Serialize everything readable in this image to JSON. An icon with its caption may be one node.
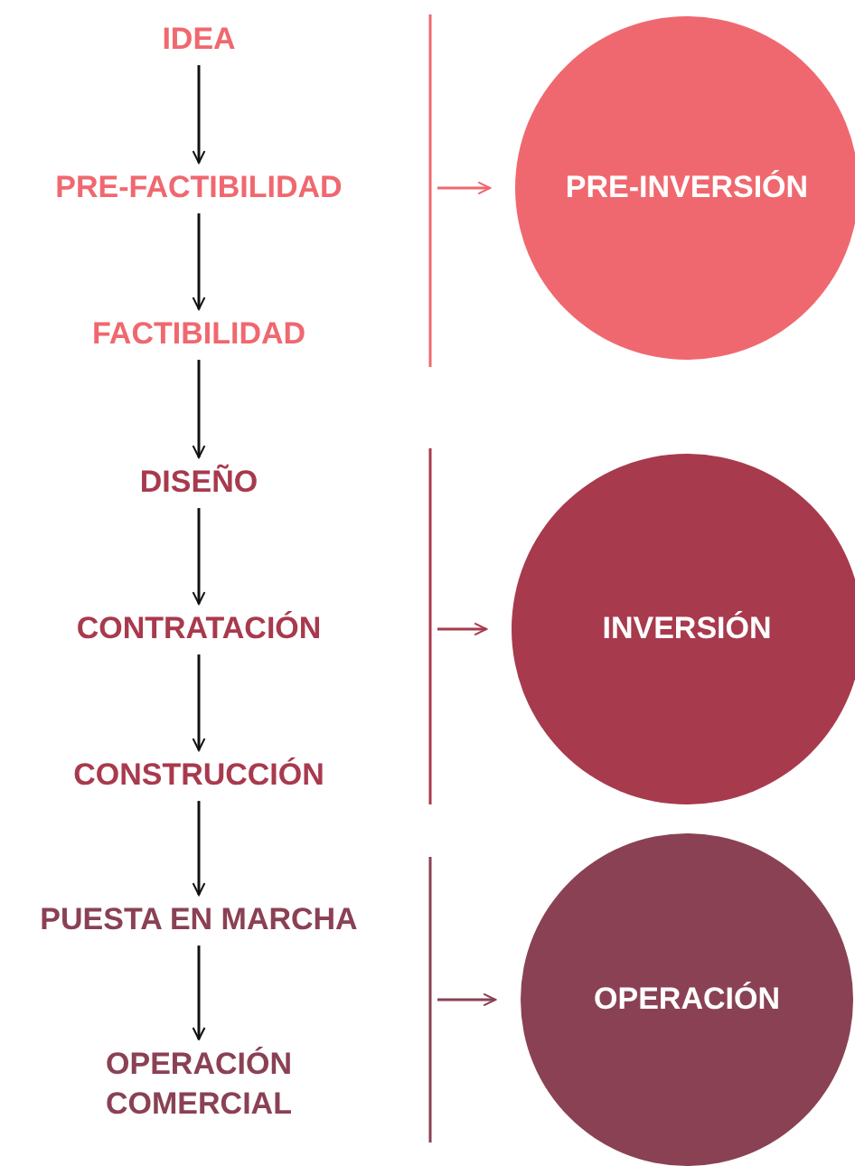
{
  "diagram": {
    "nodes": [
      {
        "text": [
          "IDEA"
        ]
      },
      {
        "text": [
          "PRE-FACTIBILIDAD"
        ]
      },
      {
        "text": [
          "FACTIBILIDAD"
        ]
      },
      {
        "text": [
          "DISEÑO"
        ]
      },
      {
        "text": [
          "CONTRATACIÓN"
        ]
      },
      {
        "text": [
          "CONSTRUCCIÓN"
        ]
      },
      {
        "text": [
          "PUESTA EN MARCHA"
        ]
      },
      {
        "text": [
          "OPERACIÓN COMERCIAL"
        ]
      },
      {
        "text": [
          "PRE-INVERSIÓN"
        ]
      },
      {
        "text": [
          "INVERSIÓN"
        ]
      },
      {
        "text": [
          "OPERACIÓN"
        ]
      }
    ],
    "edges": [
      {
        "from": 0,
        "to": 1,
        "arrow": "to"
      },
      {
        "from": 1,
        "to": 2,
        "arrow": "to"
      },
      {
        "from": 2,
        "to": 3,
        "arrow": "to"
      },
      {
        "from": 3,
        "to": 4,
        "arrow": "to"
      },
      {
        "from": 4,
        "to": 5,
        "arrow": "to"
      },
      {
        "from": 5,
        "to": 6,
        "arrow": "to"
      },
      {
        "from": 6,
        "to": 7,
        "arrow": "to"
      },
      {
        "from": null,
        "to": 8,
        "arrow": "to",
        "color": "#f0686f"
      },
      {
        "from": null,
        "to": 9,
        "arrow": "to",
        "color": "#a83a4d"
      },
      {
        "from": null,
        "to": 10,
        "arrow": "to",
        "color": "#8a4154"
      }
    ]
  }
}
